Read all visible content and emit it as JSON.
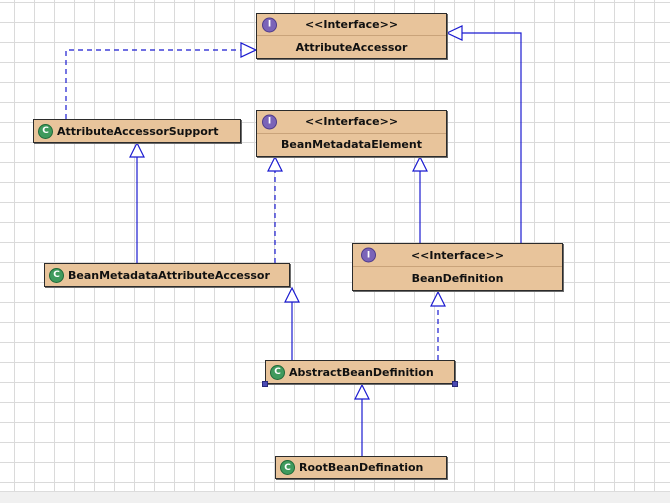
{
  "nodes": {
    "attribute_accessor": {
      "stereotype": "<<Interface>>",
      "name": "AttributeAccessor",
      "badge": "I"
    },
    "attribute_accessor_support": {
      "name": "AttributeAccessorSupport",
      "badge": "C"
    },
    "bean_metadata_element": {
      "stereotype": "<<Interface>>",
      "name": "BeanMetadataElement",
      "badge": "I"
    },
    "bean_metadata_attribute_accessor": {
      "name": "BeanMetadataAttributeAccessor",
      "badge": "C"
    },
    "bean_definition": {
      "stereotype": "<<Interface>>",
      "name": "BeanDefinition",
      "badge": "I"
    },
    "abstract_bean_definition": {
      "name": "AbstractBeanDefinition",
      "badge": "C"
    },
    "root_bean_defination": {
      "name": "RootBeanDefination",
      "badge": "C"
    }
  },
  "edges": [
    {
      "from": "attribute_accessor_support",
      "to": "attribute_accessor",
      "kind": "implements"
    },
    {
      "from": "bean_definition",
      "to": "attribute_accessor",
      "kind": "extends"
    },
    {
      "from": "bean_metadata_attribute_accessor",
      "to": "attribute_accessor_support",
      "kind": "extends"
    },
    {
      "from": "bean_metadata_attribute_accessor",
      "to": "bean_metadata_element",
      "kind": "implements"
    },
    {
      "from": "bean_definition",
      "to": "bean_metadata_element",
      "kind": "extends"
    },
    {
      "from": "abstract_bean_definition",
      "to": "bean_metadata_attribute_accessor",
      "kind": "extends"
    },
    {
      "from": "abstract_bean_definition",
      "to": "bean_definition",
      "kind": "implements"
    },
    {
      "from": "root_bean_defination",
      "to": "abstract_bean_definition",
      "kind": "extends"
    }
  ],
  "colors": {
    "node_fill": "#e8c49b",
    "edge": "#1a1ad0",
    "class_badge": "#3f9a5d",
    "interface_badge": "#7b64b8"
  }
}
